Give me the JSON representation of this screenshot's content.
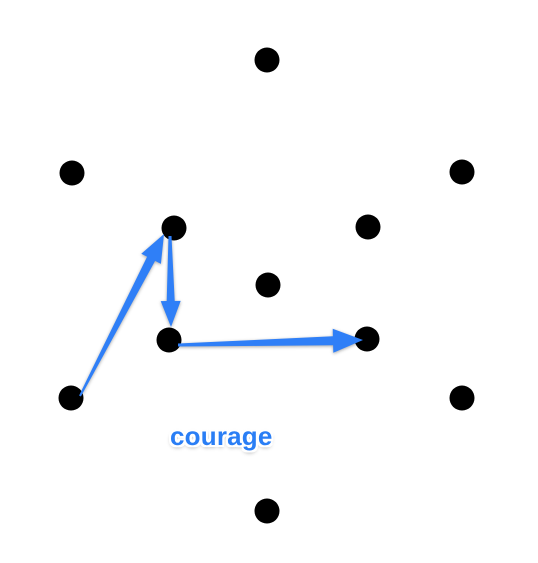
{
  "diagram": {
    "label": "courage",
    "colors": {
      "arrow": "#2f7ff7",
      "dot": "#000000",
      "label": "#2a7ef5",
      "background": "#ffffff"
    },
    "dot_count": 11,
    "arrow_count": 3
  }
}
